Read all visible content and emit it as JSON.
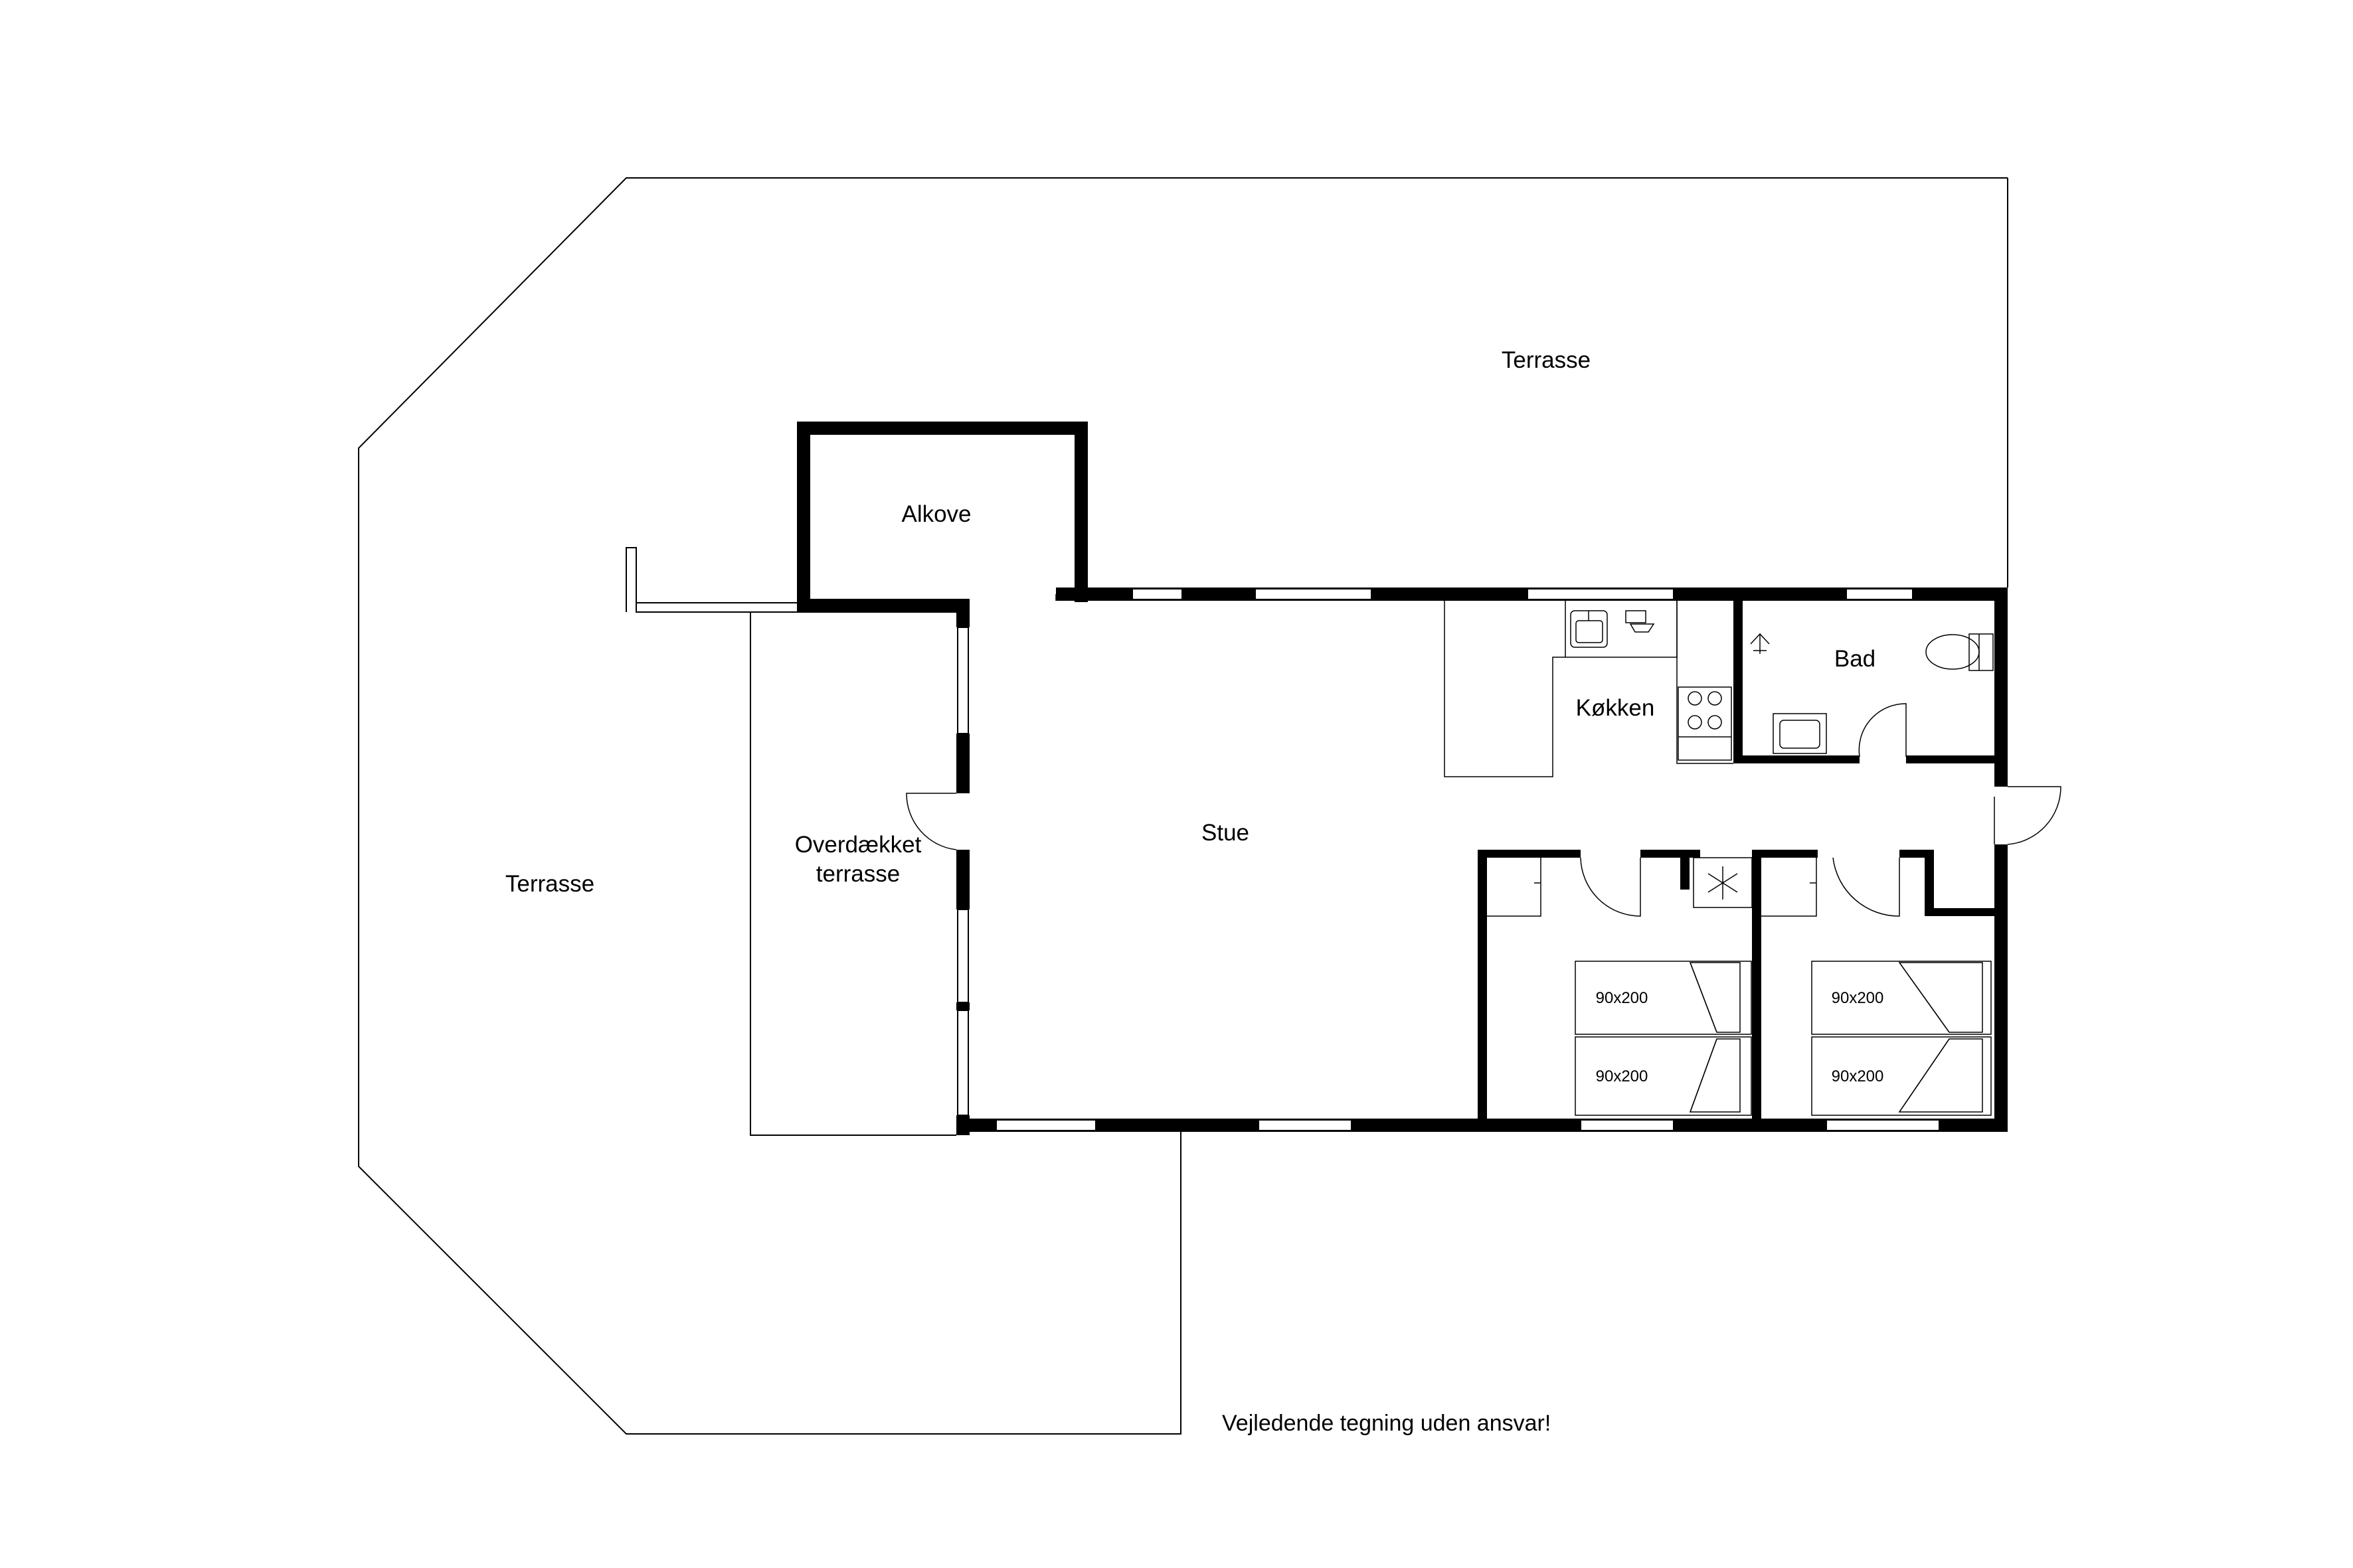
{
  "rooms": {
    "terrasse_top": "Terrasse",
    "terrasse_left": "Terrasse",
    "alkove": "Alkove",
    "overdaekket_line1": "Overdækket",
    "overdaekket_line2": "terrasse",
    "stue": "Stue",
    "kokken": "Køkken",
    "bad": "Bad"
  },
  "beds": {
    "room1_top": "90x200",
    "room1_bottom": "90x200",
    "room2_top": "90x200",
    "room2_bottom": "90x200"
  },
  "disclaimer": "Vejledende tegning uden ansvar!"
}
